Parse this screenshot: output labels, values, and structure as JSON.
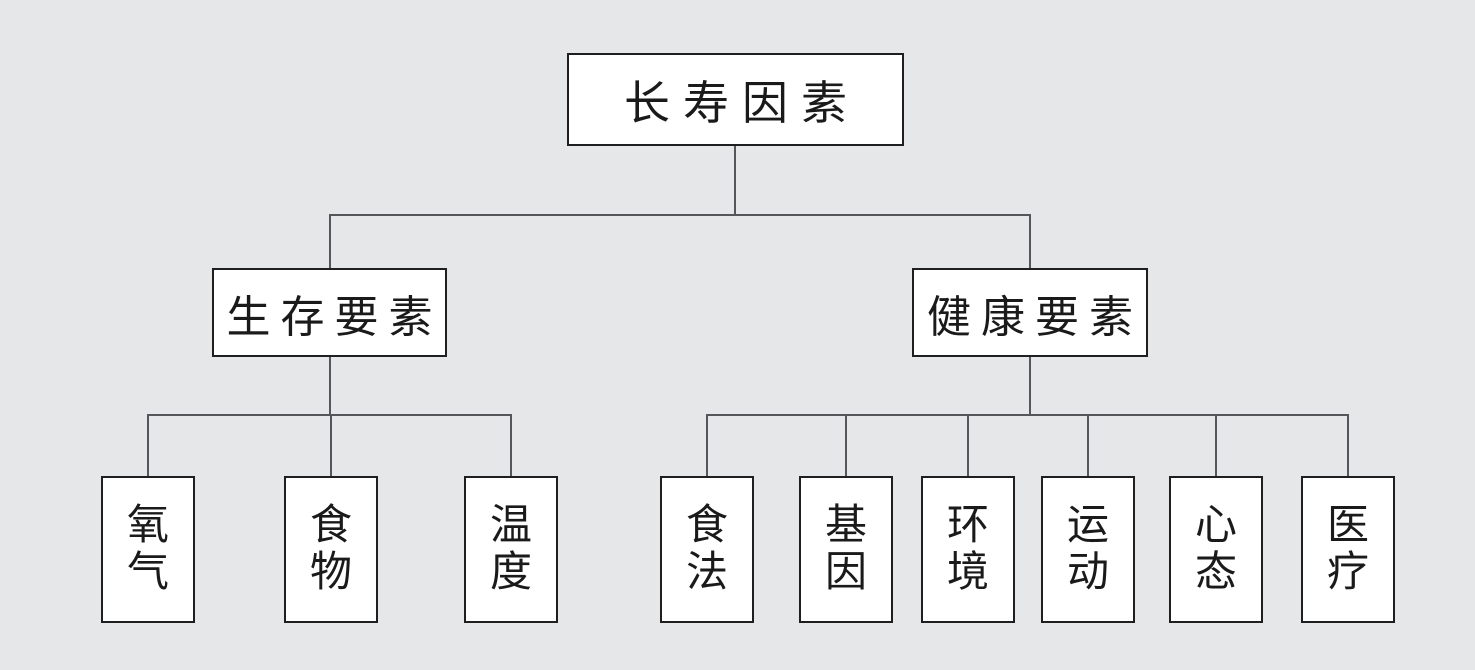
{
  "tree": {
    "root": {
      "label": "长寿因素"
    },
    "branches": [
      {
        "label": "生存要素",
        "children": [
          {
            "label": "氧气"
          },
          {
            "label": "食物"
          },
          {
            "label": "温度"
          }
        ]
      },
      {
        "label": "健康要素",
        "children": [
          {
            "label": "食法"
          },
          {
            "label": "基因"
          },
          {
            "label": "环境"
          },
          {
            "label": "运动"
          },
          {
            "label": "心态"
          },
          {
            "label": "医疗"
          }
        ]
      }
    ],
    "colors": {
      "background": "#e6e7e9",
      "box_fill": "#ffffff",
      "box_border": "#1f1f1f",
      "connector": "#55565a",
      "text": "#1a1a1a"
    }
  }
}
